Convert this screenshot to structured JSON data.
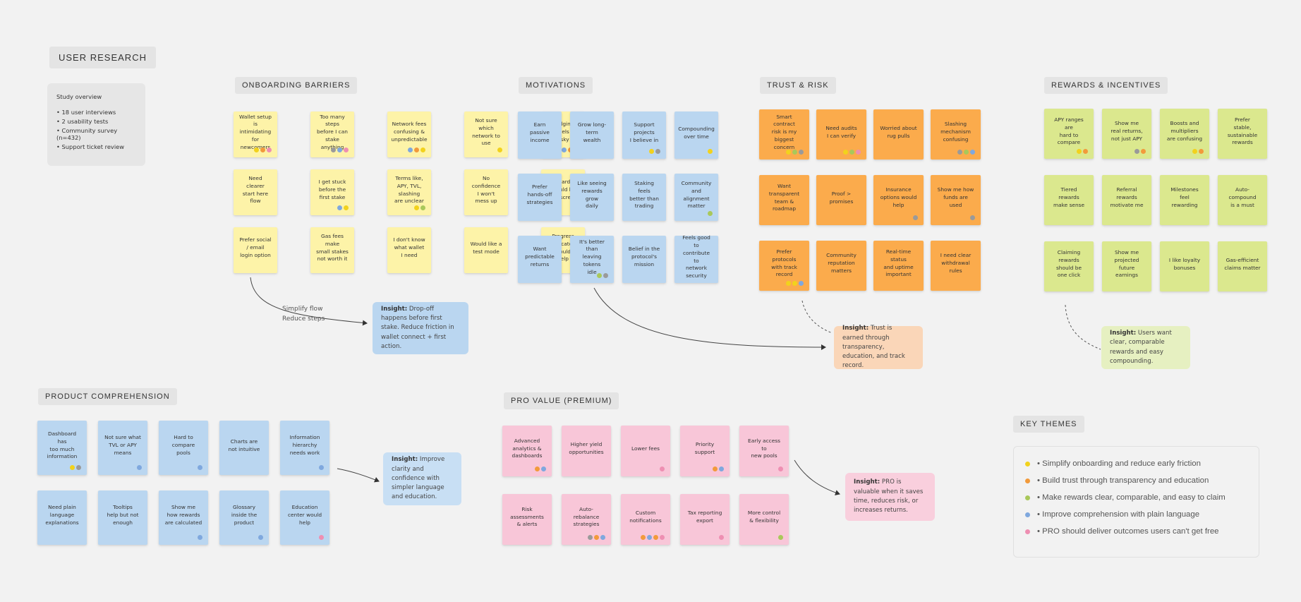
{
  "board": {
    "title": "USER RESEARCH",
    "overview": {
      "title": "Study overview",
      "items": [
        "• 18 user interviews",
        "• 2 usability tests",
        "• Community survey (n=432)",
        "• Support ticket review"
      ]
    }
  },
  "colors": {
    "yellow": "#fdf3a8",
    "blue": "#bad6f0",
    "orange": "#fbab4c",
    "green": "#dbe88e",
    "pink": "#f8c6d8",
    "dot_yellow": "#f2d21c",
    "dot_orange": "#f29a3b",
    "dot_green": "#a9c85a",
    "dot_blue": "#7fa8de",
    "dot_pink": "#ee8fb2",
    "dot_gray": "#9a9a9a"
  },
  "sections": {
    "onboarding": {
      "label": "ONBOARDING BARRIERS",
      "notes": [
        {
          "text": "Wallet setup is\nintimidating for\nnewcomers",
          "dots": [
            "yellow",
            "orange",
            "pink"
          ]
        },
        {
          "text": "Too many steps\nbefore I can\nstake anything",
          "dots": [
            "gray",
            "blue",
            "pink"
          ]
        },
        {
          "text": "Network fees\nconfusing &\nunpredictable",
          "dots": [
            "blue",
            "orange",
            "yellow"
          ]
        },
        {
          "text": "Not sure which\nnetwork to\nuse",
          "dots": [
            "yellow"
          ]
        },
        {
          "text": "Bridging feels\nrisky",
          "dots": [
            "blue",
            "orange",
            "orange"
          ]
        },
        {
          "text": "Need clearer\nstart here\nflow",
          "dots": []
        },
        {
          "text": "I get stuck\nbefore the\nfirst stake",
          "dots": [
            "blue",
            "yellow"
          ]
        },
        {
          "text": "Terms like,\nAPY, TVL, slashing\nare unclear",
          "dots": [
            "yellow",
            "green"
          ]
        },
        {
          "text": "No confidence\nI won't mess up",
          "dots": []
        },
        {
          "text": "Onboarding\nshould be\none screen",
          "dots": [
            "yellow"
          ]
        },
        {
          "text": "Prefer social / email\nlogin option",
          "dots": []
        },
        {
          "text": "Gas fees make\nsmall stakes\nnot worth it",
          "dots": []
        },
        {
          "text": "I don't know\nwhat wallet\nI need",
          "dots": []
        },
        {
          "text": "Would like a\ntest mode",
          "dots": []
        },
        {
          "text": "Progress\nindicator would\nhelp",
          "dots": [
            "green"
          ]
        }
      ],
      "flow_text": [
        "Simplify flow",
        "Reduce steps"
      ],
      "insight": {
        "lead": "Insight:",
        "text": " Drop-off happens before first stake. Reduce friction in wallet connect + first action."
      }
    },
    "motivations": {
      "label": "MOTIVATIONS",
      "notes": [
        {
          "text": "Earn passive\nincome",
          "dots": []
        },
        {
          "text": "Grow long-term\nwealth",
          "dots": []
        },
        {
          "text": "Support projects\nI believe in",
          "dots": [
            "yellow",
            "gray"
          ]
        },
        {
          "text": "Compounding\nover time",
          "dots": [
            "yellow"
          ]
        },
        {
          "text": "Prefer\nhands-off\nstrategies",
          "dots": []
        },
        {
          "text": "Like seeing\nrewards grow\ndaily",
          "dots": []
        },
        {
          "text": "Staking feels\nbetter than\ntrading",
          "dots": []
        },
        {
          "text": "Community\nand alignment\nmatter",
          "dots": [
            "green"
          ]
        },
        {
          "text": "Want predictable\nreturns",
          "dots": []
        },
        {
          "text": "It's better than\nleaving tokens\nidle",
          "dots": [
            "green",
            "gray"
          ]
        },
        {
          "text": "Belief in the\nprotocol's\nmission",
          "dots": []
        },
        {
          "text": "Feels good to\ncontribute to\nnetwork security",
          "dots": []
        }
      ]
    },
    "trust": {
      "label": "TRUST & RISK",
      "notes": [
        {
          "text": "Smart contract\nrisk is my\nbiggest concern",
          "dots": [
            "yellow",
            "green",
            "gray"
          ]
        },
        {
          "text": "Need audits\nI can verify",
          "dots": [
            "yellow",
            "green",
            "pink"
          ]
        },
        {
          "text": "Worried about\nrug pulls",
          "dots": []
        },
        {
          "text": "Slashing\nmechanism\nconfusing",
          "dots": [
            "gray",
            "green",
            "blue"
          ]
        },
        {
          "text": "Want transparent\nteam & roadmap",
          "dots": []
        },
        {
          "text": "Proof >\npromises",
          "dots": []
        },
        {
          "text": "Insurance\noptions would\nhelp",
          "dots": [
            "gray"
          ]
        },
        {
          "text": "Show me how\nfunds are\nused",
          "dots": [
            "gray"
          ]
        },
        {
          "text": "Prefer protocols\nwith track\nrecord",
          "dots": [
            "yellow",
            "yellow",
            "blue"
          ]
        },
        {
          "text": "Community\nreputation\nmatters",
          "dots": []
        },
        {
          "text": "Real-time status\nand uptime\nimportant",
          "dots": []
        },
        {
          "text": "I need clear\nwithdrawal\nrules",
          "dots": []
        }
      ],
      "insight": {
        "lead": "Insight:",
        "text": " Trust is earned through transparency, education, and track record."
      }
    },
    "rewards": {
      "label": "REWARDS & INCENTIVES",
      "notes": [
        {
          "text": "APY ranges are\nhard to compare",
          "dots": [
            "yellow",
            "orange"
          ]
        },
        {
          "text": "Show me\nreal returns,\nnot just APY",
          "dots": [
            "gray",
            "orange"
          ]
        },
        {
          "text": "Boosts and\nmultipliers\nare confusing",
          "dots": [
            "yellow",
            "orange"
          ]
        },
        {
          "text": "Prefer\nstable, sustainable\nrewards",
          "dots": []
        },
        {
          "text": "Tiered rewards\nmake sense",
          "dots": []
        },
        {
          "text": "Referral rewards\nmotivate me",
          "dots": []
        },
        {
          "text": "Milestones\nfeel\nrewarding",
          "dots": []
        },
        {
          "text": "Auto-compound\nis a must",
          "dots": []
        },
        {
          "text": "Claiming rewards\nshould be\none click",
          "dots": []
        },
        {
          "text": "Show me\nprojected\nfuture earnings",
          "dots": []
        },
        {
          "text": "I like loyalty\nbonuses",
          "dots": []
        },
        {
          "text": "Gas-efficient\nclaims matter",
          "dots": []
        }
      ],
      "insight": {
        "lead": "Insight:",
        "text": " Users want clear, comparable rewards and easy compounding."
      }
    },
    "product": {
      "label": "PRODUCT COMPREHENSION",
      "notes": [
        {
          "text": "Dashboard has\ntoo much\ninformation",
          "dots": [
            "yellow",
            "gray"
          ]
        },
        {
          "text": "Not sure what\nTVL or APY\nmeans",
          "dots": [
            "blue"
          ]
        },
        {
          "text": "Hard to compare\npools",
          "dots": [
            "blue"
          ]
        },
        {
          "text": "Charts are\nnot intuitive",
          "dots": []
        },
        {
          "text": "Information\nhierarchy\nneeds work",
          "dots": [
            "blue"
          ]
        },
        {
          "text": "Need plain\nlanguage\nexplanations",
          "dots": []
        },
        {
          "text": "Tooltips\nhelp but not\nenough",
          "dots": []
        },
        {
          "text": "Show me\nhow rewards\nare calculated",
          "dots": [
            "blue"
          ]
        },
        {
          "text": "Glossary\ninside the\nproduct",
          "dots": [
            "blue"
          ]
        },
        {
          "text": "Education\ncenter would\nhelp",
          "dots": [
            "pink"
          ]
        }
      ],
      "insight": {
        "lead": "Insight:",
        "text": " Improve clarity and confidence with simpler language and education."
      }
    },
    "pro": {
      "label": "PRO VALUE (PREMIUM)",
      "notes": [
        {
          "text": "Advanced\nanalytics &\ndashboards",
          "dots": [
            "orange",
            "blue"
          ]
        },
        {
          "text": "Higher yield\nopportunities",
          "dots": []
        },
        {
          "text": "Lower fees",
          "dots": [
            "pink"
          ]
        },
        {
          "text": "Priority support",
          "dots": [
            "orange",
            "blue"
          ]
        },
        {
          "text": "Early access to\nnew pools",
          "dots": [
            "pink"
          ]
        },
        {
          "text": "Risk assessments\n& alerts",
          "dots": []
        },
        {
          "text": "Auto-rebalance\nstrategies",
          "dots": [
            "gray",
            "orange",
            "blue"
          ]
        },
        {
          "text": "Custom\nnotifications",
          "dots": [
            "orange",
            "blue",
            "orange",
            "pink"
          ]
        },
        {
          "text": "Tax reporting\nexport",
          "dots": [
            "pink"
          ]
        },
        {
          "text": "More control\n& flexibility",
          "dots": [
            "green"
          ]
        }
      ],
      "insight": {
        "lead": "Insight:",
        "text": " PRO is valuable when it saves time, reduces risk, or increases returns."
      }
    }
  },
  "key_themes": {
    "label": "KEY THEMES",
    "items": [
      {
        "text": "• Simplify onboarding and reduce early friction",
        "dot": "yellow"
      },
      {
        "text": "• Build trust through transparency and education",
        "dot": "orange"
      },
      {
        "text": "• Make rewards clear, comparable, and easy to claim",
        "dot": "green"
      },
      {
        "text": "• Improve comprehension with plain language",
        "dot": "blue"
      },
      {
        "text": "• PRO should deliver outcomes users can't get free",
        "dot": "pink"
      }
    ]
  }
}
